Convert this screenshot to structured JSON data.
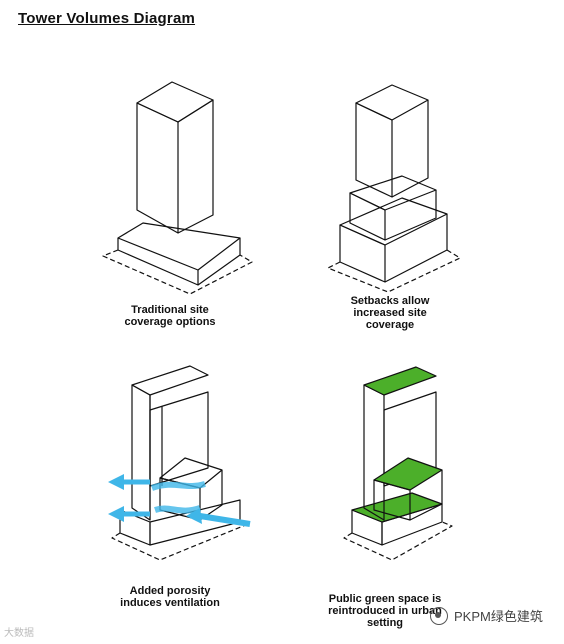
{
  "title": "Tower Volumes Diagram",
  "panels": [
    {
      "caption_lines": [
        "Traditional site",
        "coverage options"
      ]
    },
    {
      "caption_lines": [
        "Setbacks allow",
        "increased site",
        "coverage"
      ]
    },
    {
      "caption_lines": [
        "Added porosity",
        "induces ventilation"
      ]
    },
    {
      "caption_lines": [
        "Public green space is",
        "reintroduced in urban",
        "setting"
      ]
    }
  ],
  "watermark_left": "大数据",
  "watermark_right": "PKPM绿色建筑",
  "colors": {
    "line": "#111111",
    "green": "#4caf2a",
    "air": "#3fb6e8"
  }
}
